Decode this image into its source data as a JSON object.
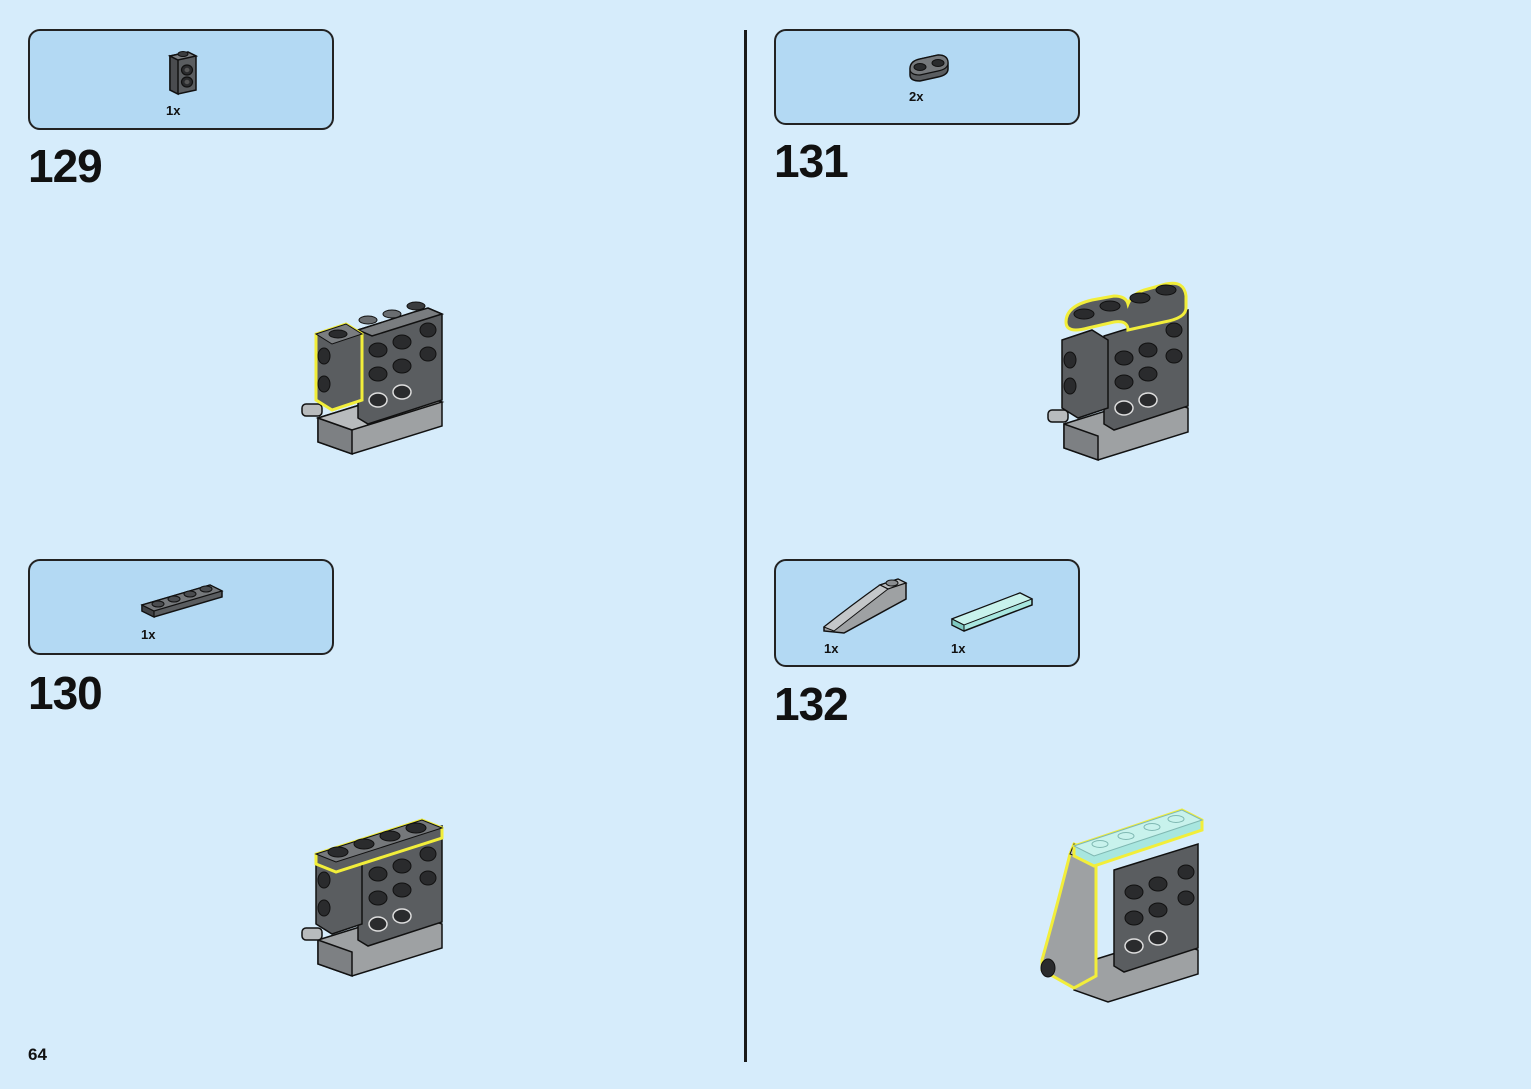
{
  "page_number": "64",
  "steps": [
    {
      "number": "129",
      "parts": [
        {
          "qty": "1x",
          "icon": "brick-1x1-studs-side-dark-gray"
        }
      ]
    },
    {
      "number": "130",
      "parts": [
        {
          "qty": "1x",
          "icon": "plate-1x4-dark-gray"
        }
      ]
    },
    {
      "number": "131",
      "parts": [
        {
          "qty": "2x",
          "icon": "plate-1x2-rounded-dark-gray"
        }
      ]
    },
    {
      "number": "132",
      "parts": [
        {
          "qty": "1x",
          "icon": "slope-curved-light-gray"
        },
        {
          "qty": "1x",
          "icon": "tile-1x4-trans-light-blue"
        }
      ]
    }
  ],
  "colors": {
    "background": "#d6ecfb",
    "parts_box": "#b3d9f3",
    "highlight": "#f2ee3a",
    "dark_gray": "#5a5d60",
    "black": "#1e1f21",
    "light_gray": "#9ea1a3",
    "trans_light_blue": "#a8e6df"
  }
}
